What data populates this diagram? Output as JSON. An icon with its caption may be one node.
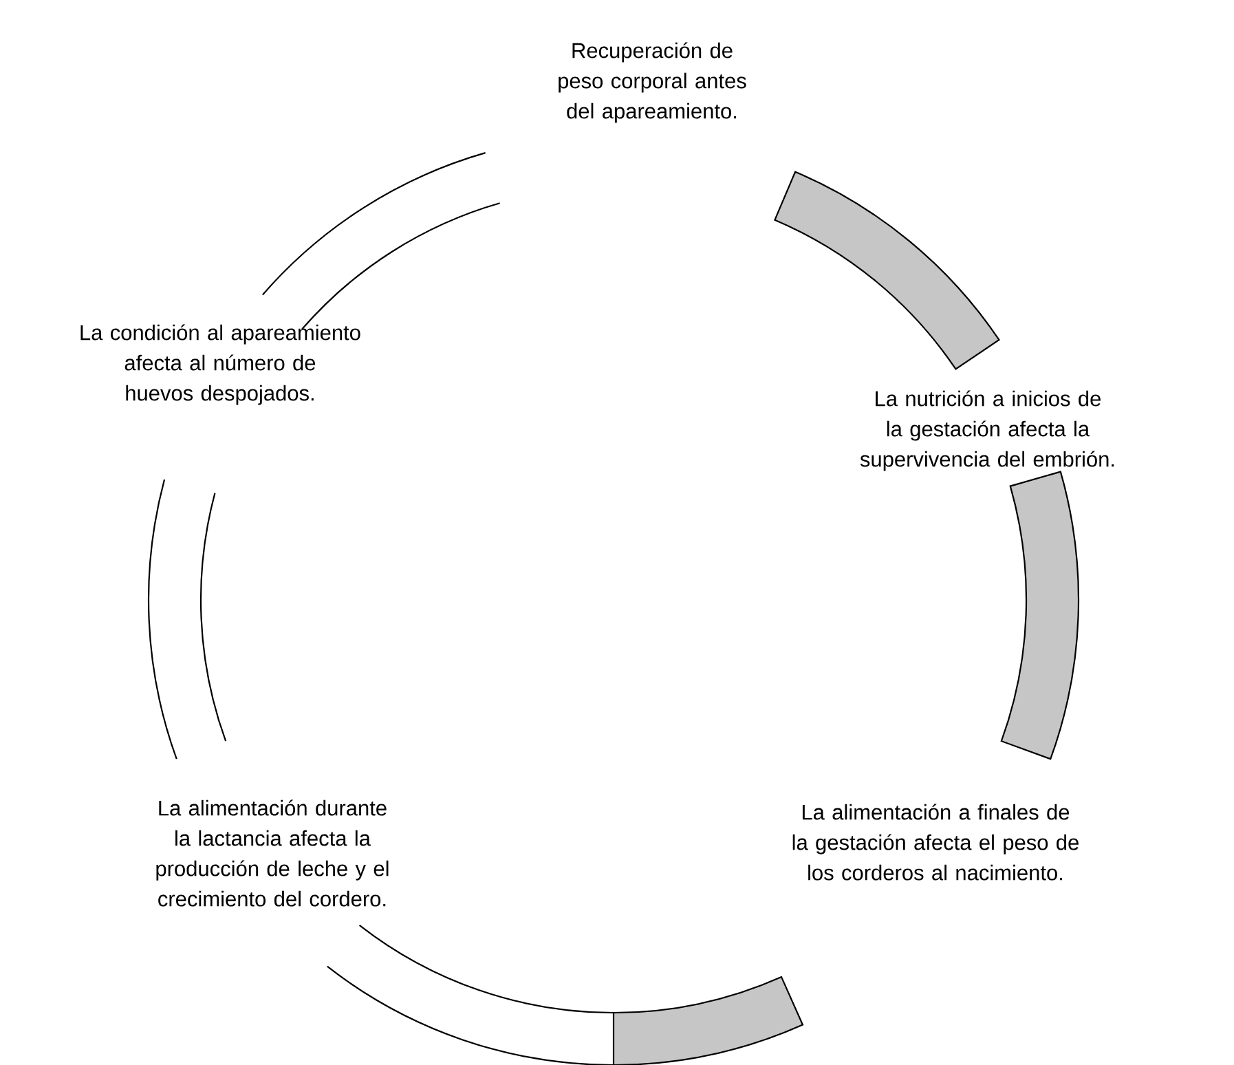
{
  "diagram": {
    "labels": [
      "Recuperación de peso corporal antes del apareamiento.",
      "La nutrición a inicios de la gestación afecta la supervivencia del embrión.",
      "La alimentación a finales de la gestación afecta el peso de los corderos al nacimiento.",
      "La alimentación durante la lactancia afecta la producción de leche y el crecimiento del cordero.",
      "La condición al apareamiento afecta al número de huevos despojados."
    ]
  }
}
